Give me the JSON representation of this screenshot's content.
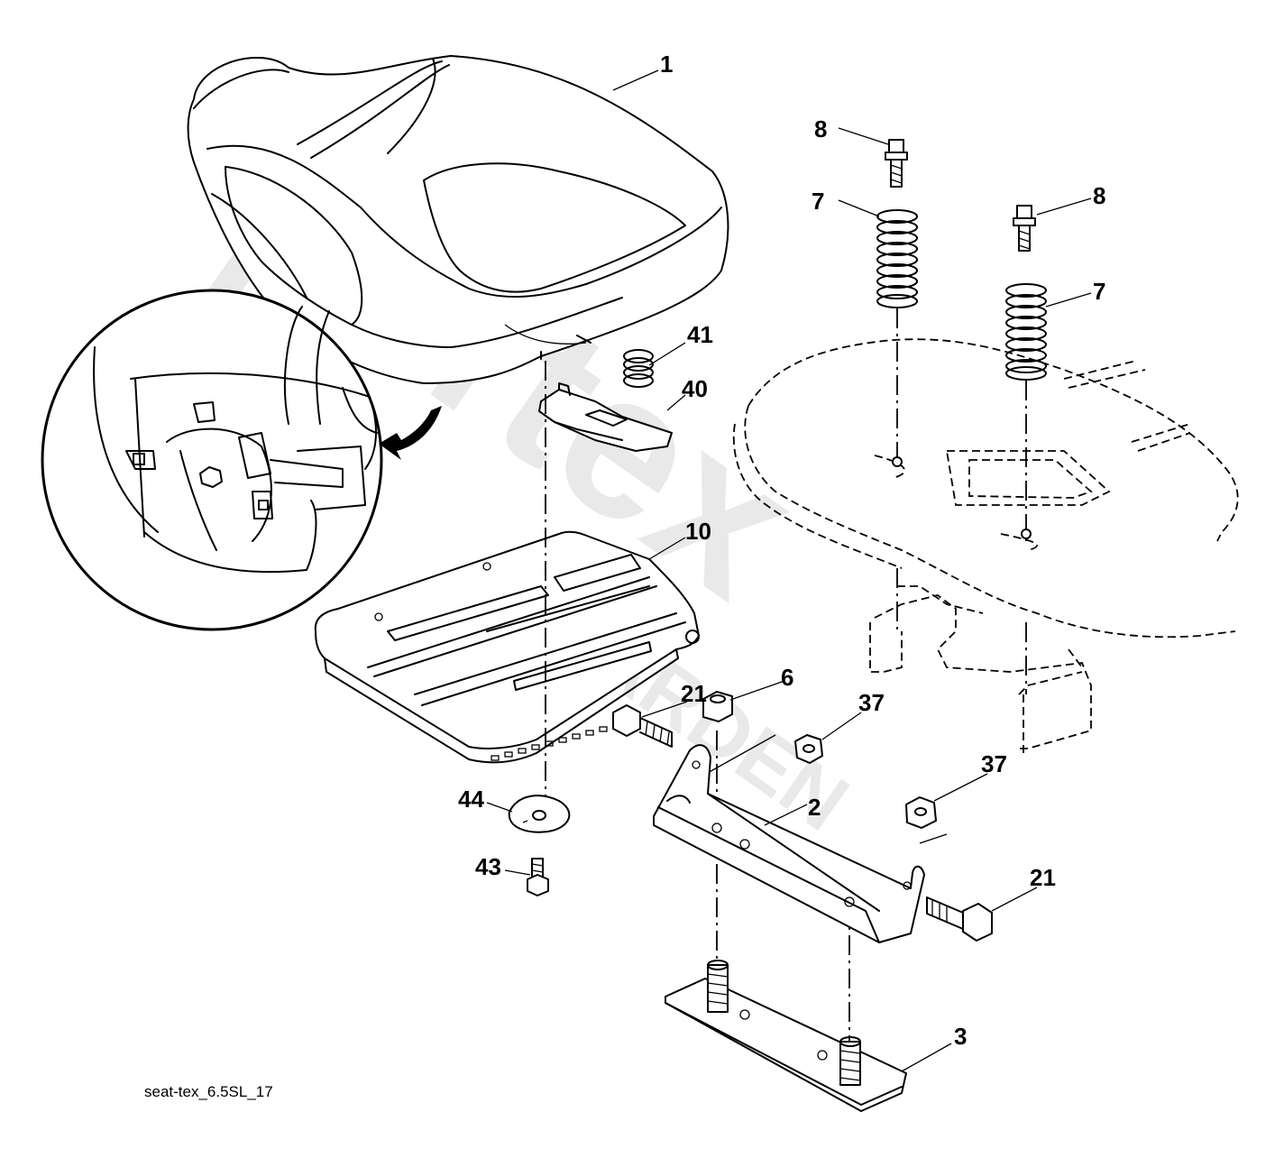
{
  "caption": "seat-tex_6.5SL_17",
  "watermark": {
    "brand": "partex",
    "sub": "GARDEN"
  },
  "parts": [
    {
      "id": "part-seat",
      "label": "1"
    },
    {
      "id": "part-bracket",
      "label": "2"
    },
    {
      "id": "part-plate-studs",
      "label": "3"
    },
    {
      "id": "part-nut-6",
      "label": "6"
    },
    {
      "id": "part-spring-left",
      "label": "7"
    },
    {
      "id": "part-spring-right",
      "label": "7"
    },
    {
      "id": "part-bolt-left",
      "label": "8"
    },
    {
      "id": "part-bolt-right",
      "label": "8"
    },
    {
      "id": "part-seat-pan",
      "label": "10"
    },
    {
      "id": "part-bolt-21-left",
      "label": "21"
    },
    {
      "id": "part-bolt-21-right",
      "label": "21"
    },
    {
      "id": "part-nut-37-upper",
      "label": "37"
    },
    {
      "id": "part-nut-37-lower",
      "label": "37"
    },
    {
      "id": "part-clip-40",
      "label": "40"
    },
    {
      "id": "part-spring-41",
      "label": "41"
    },
    {
      "id": "part-screw-43",
      "label": "43"
    },
    {
      "id": "part-washer-44",
      "label": "44"
    }
  ]
}
